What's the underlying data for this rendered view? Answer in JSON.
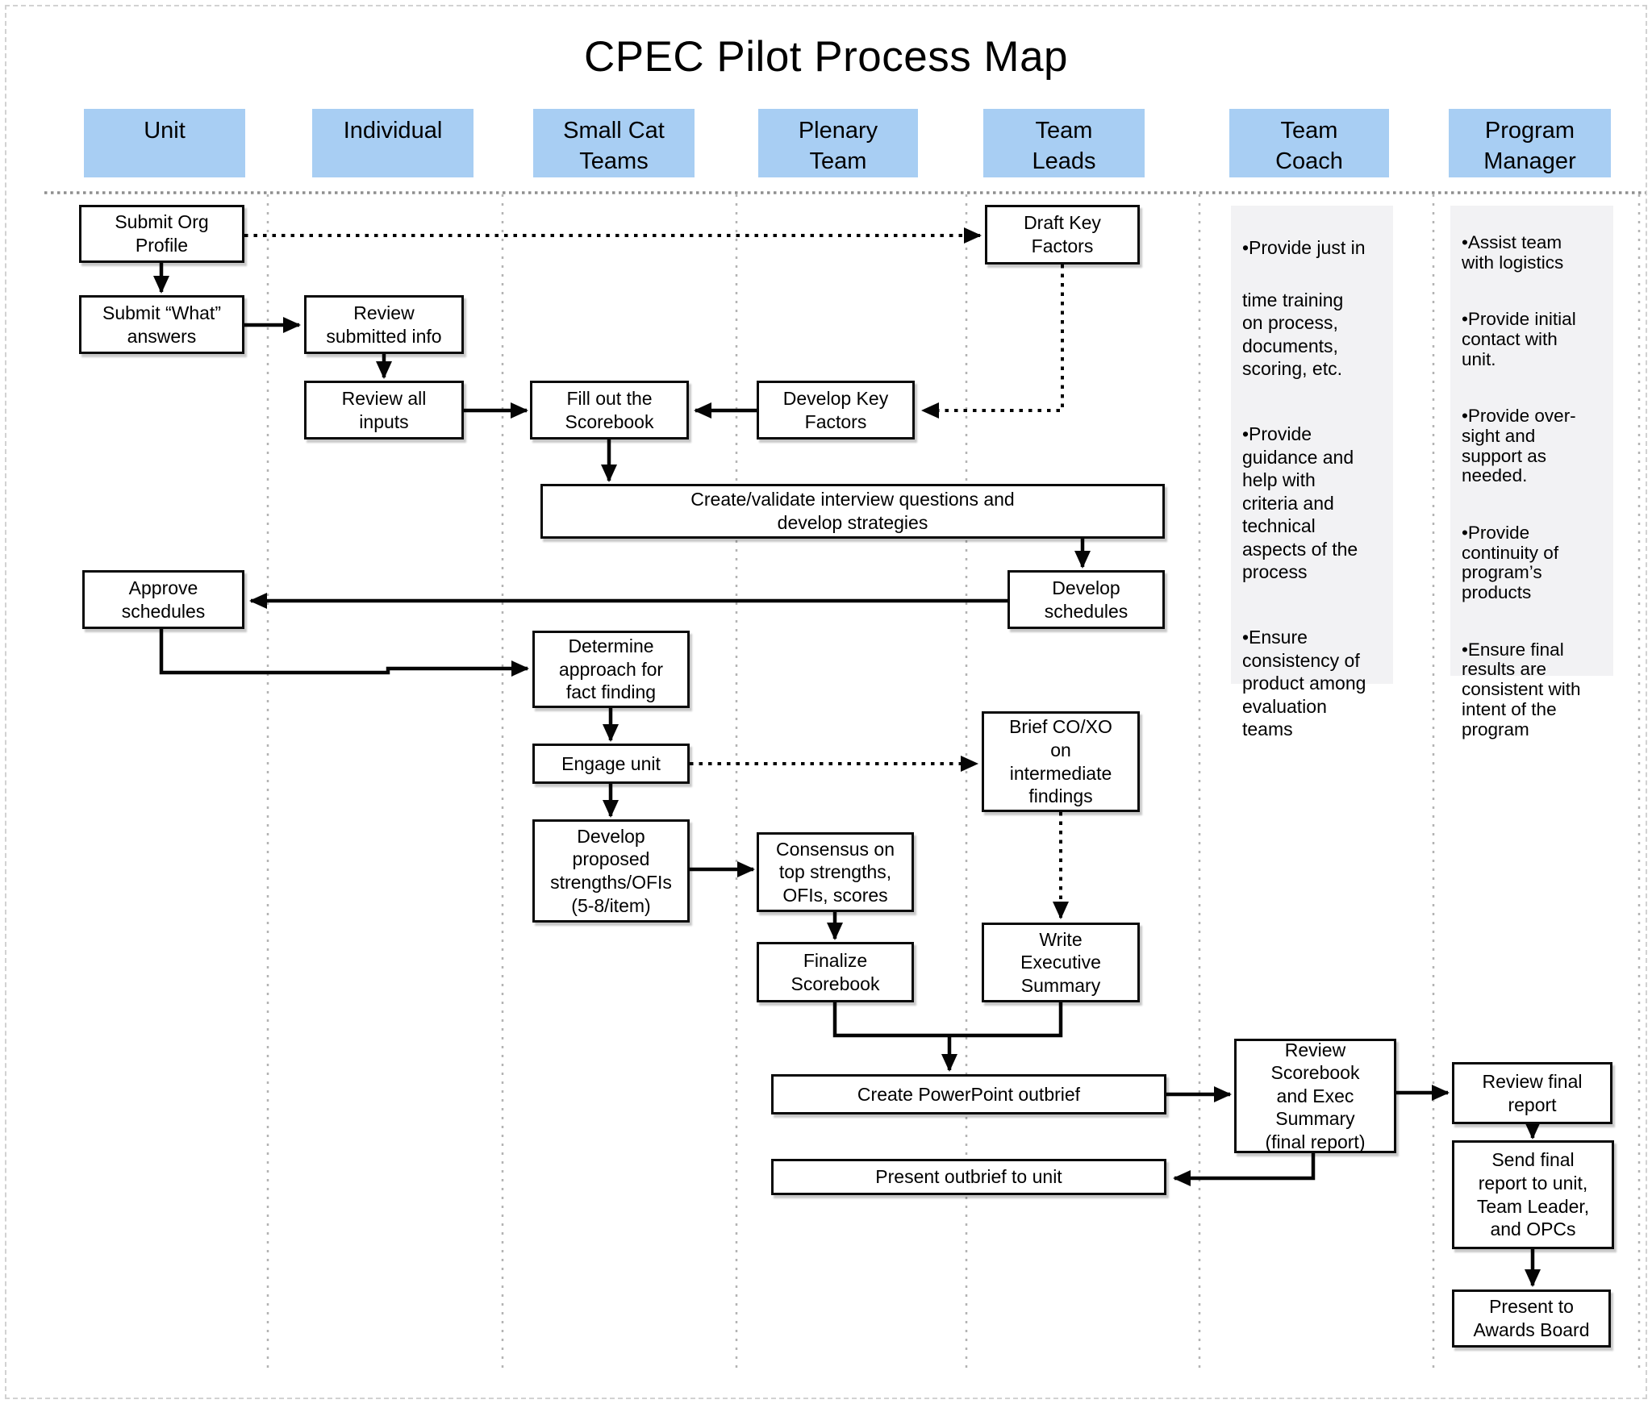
{
  "title": "CPEC Pilot Process Map",
  "colors": {
    "lane_header": "#A8CEF3",
    "notes_panel": "#F2F2F4",
    "connector": "#000000"
  },
  "lanes": {
    "unit": "Unit",
    "individual": "Individual",
    "small_cat": "Small Cat\nTeams",
    "plenary": "Plenary\nTeam",
    "team_leads": "Team\nLeads",
    "team_coach": "Team\nCoach",
    "program_manager": "Program\nManager"
  },
  "nodes": {
    "submit_org": "Submit Org\nProfile",
    "submit_what": "Submit “What”\nanswers",
    "review_submitted": "Review\nsubmitted info",
    "review_all": "Review all\ninputs",
    "fill_scorebook": "Fill out the\nScorebook",
    "develop_key": "Develop Key\nFactors",
    "draft_key": "Draft Key\nFactors",
    "create_validate": "Create/validate interview questions and\ndevelop strategies",
    "approve_schedules": "Approve\nschedules",
    "develop_schedules": "Develop\nschedules",
    "determine_approach": "Determine\napproach for\nfact finding",
    "engage_unit": "Engage unit",
    "brief_coxo": "Brief CO/XO\non\nintermediate\nfindings",
    "develop_proposed": "Develop\nproposed\nstrengths/OFIs\n(5-8/item)",
    "consensus": "Consensus on\ntop strengths,\nOFIs, scores",
    "finalize_scorebook": "Finalize\nScorebook",
    "write_exec": "Write\nExecutive\nSummary",
    "create_ppt": "Create PowerPoint outbrief",
    "present_outbrief": "Present outbrief to unit",
    "review_scorebook": "Review\nScorebook\nand Exec\nSummary\n(final report)",
    "review_final": "Review final\nreport",
    "send_final": "Send final\nreport  to unit,\nTeam Leader,\nand OPCs",
    "present_awards": "Present to\nAwards Board"
  },
  "team_coach_notes": {
    "b1": "•Provide just in",
    "b1b": "time training\non process,\ndocuments,\nscoring, etc.",
    "b2": "•Provide\nguidance and\nhelp  with\ncriteria and\ntechnical\naspects of the\nprocess",
    "b3": "•Ensure\nconsistency of\nproduct among\nevaluation\nteams"
  },
  "program_manager_notes": {
    "b1": "•Assist team\nwith logistics",
    "b2": "•Provide initial\ncontact with\nunit.",
    "b3": "•Provide over-\nsight and\nsupport as\nneeded.",
    "b4": "•Provide\ncontinuity of\nprogram’s\nproducts",
    "b5": "•Ensure final\nresults are\nconsistent with\nintent of the\nprogram"
  }
}
